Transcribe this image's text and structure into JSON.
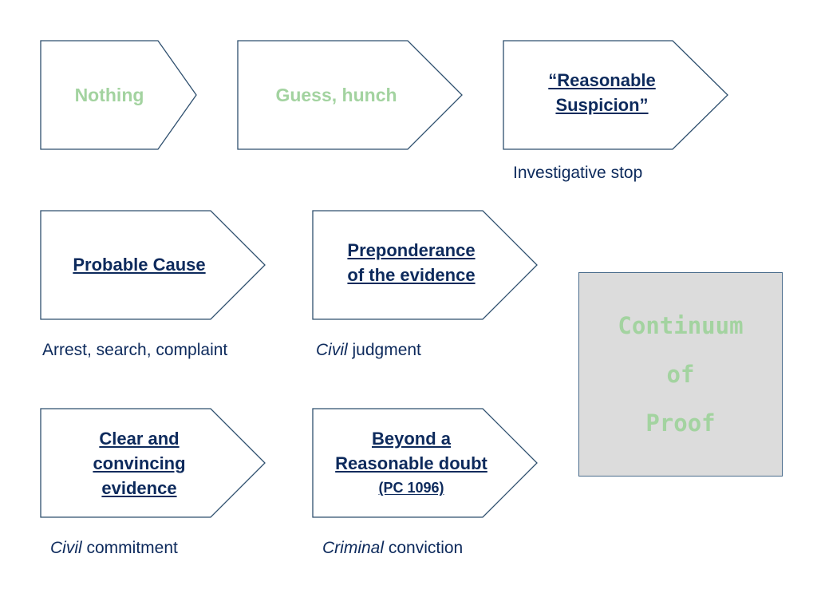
{
  "stages": [
    {
      "id": "nothing",
      "lines": [
        "Nothing"
      ],
      "emphasized": false
    },
    {
      "id": "guess",
      "lines": [
        "Guess, hunch"
      ],
      "emphasized": false
    },
    {
      "id": "reasonable-suspicion",
      "lines": [
        "“Reasonable",
        "Suspicion”"
      ],
      "emphasized": true,
      "caption": "Investigative stop"
    },
    {
      "id": "probable-cause",
      "lines": [
        "Probable Cause"
      ],
      "emphasized": true,
      "caption": "Arrest, search, complaint"
    },
    {
      "id": "preponderance",
      "lines": [
        "Preponderance",
        "of the evidence"
      ],
      "emphasized": true,
      "caption_italic": "Civil",
      "caption_rest": " judgment"
    },
    {
      "id": "clear-convincing",
      "lines": [
        "Clear and",
        "convincing",
        "evidence"
      ],
      "emphasized": true,
      "caption_italic": "Civil",
      "caption_rest": " commitment"
    },
    {
      "id": "beyond-doubt",
      "lines": [
        "Beyond a",
        "Reasonable doubt"
      ],
      "subline": "(PC 1096)",
      "emphasized": true,
      "caption_italic": "Criminal",
      "caption_rest": " conviction"
    }
  ],
  "continuum": {
    "lines": [
      "Continuum",
      "of",
      "Proof"
    ]
  },
  "colors": {
    "outline": "#2e4f6e",
    "text": "#0d2a5c",
    "muted_green": "#a3d3a0",
    "box_fill": "#dcdcdc"
  }
}
